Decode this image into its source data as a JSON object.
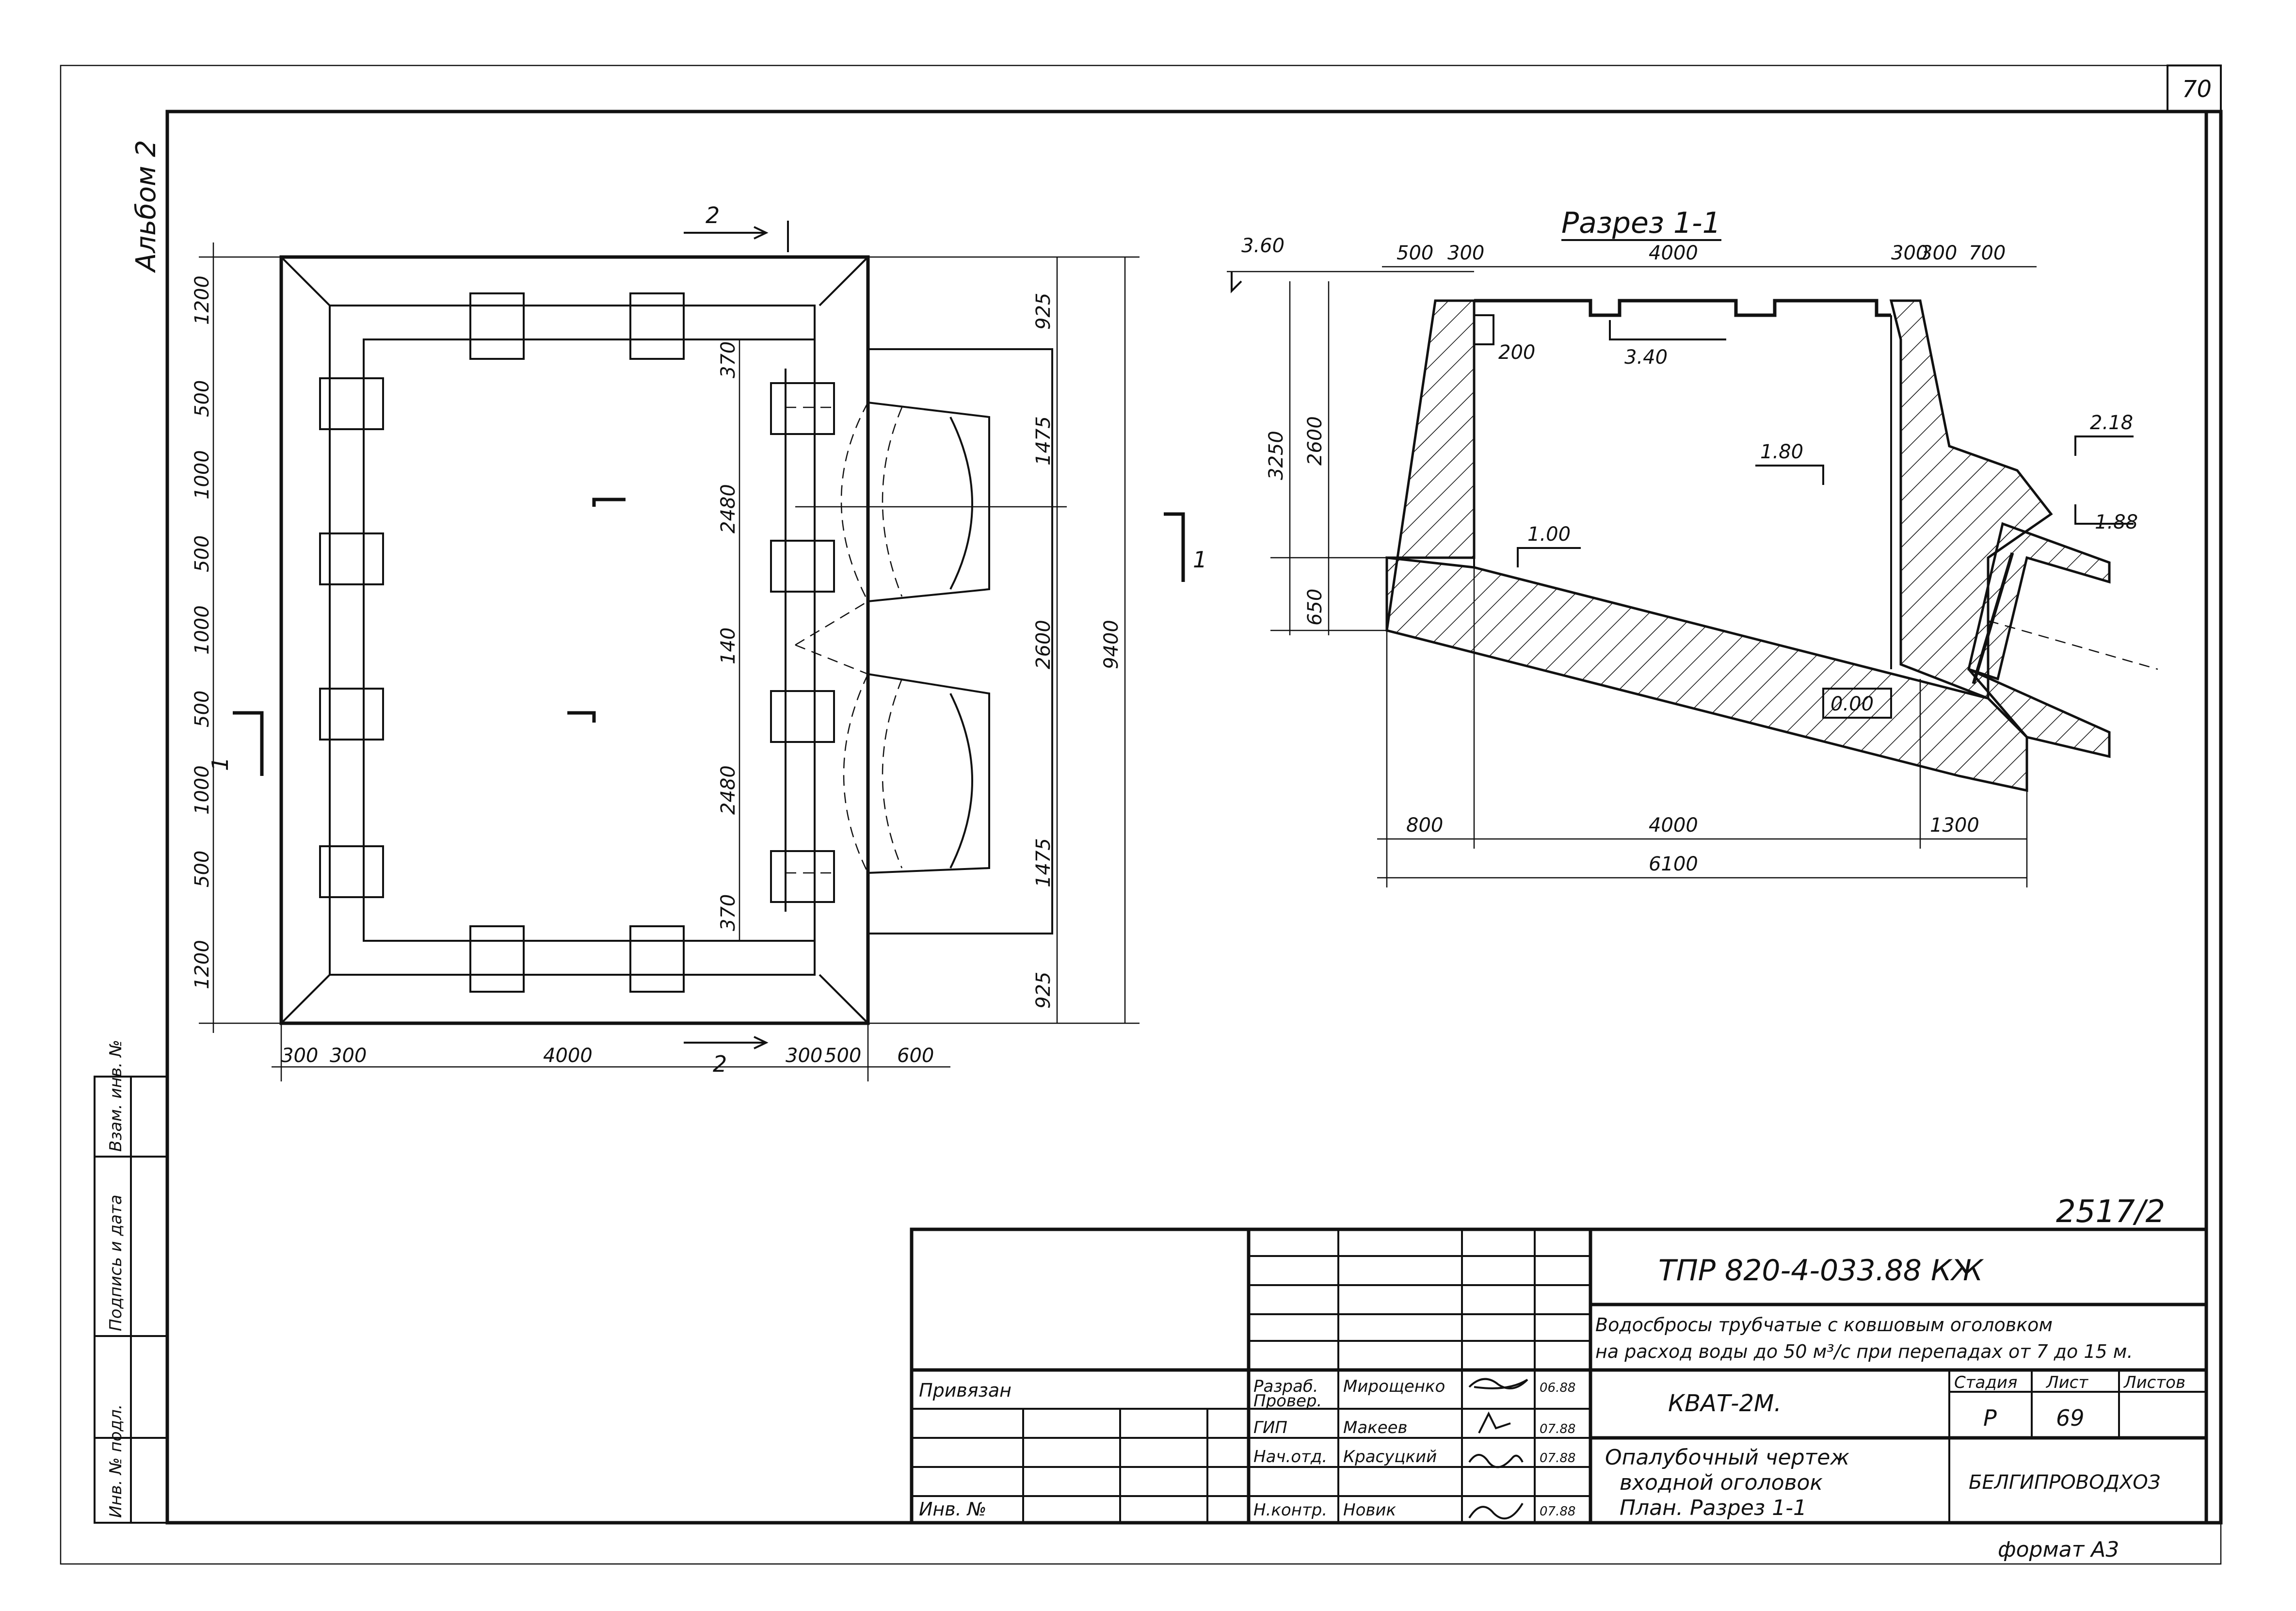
{
  "sheet": {
    "sheet_number": "70",
    "album_label": "Альбом 2",
    "format_label": "формат А3",
    "doc_number_top": "2517/2"
  },
  "left_strip": {
    "inv_no": "Инв. № подл.",
    "sign_date": "Подпись и дата",
    "vzam_inv": "Взам. инв. №"
  },
  "plan": {
    "section_mark_1": "1",
    "section_mark_2": "2",
    "dims_left": [
      "1200",
      "500",
      "1000",
      "500",
      "1000",
      "500",
      "1000",
      "500",
      "1200"
    ],
    "dims_right_inner": [
      "370",
      "2480",
      "140",
      "2480",
      "370"
    ],
    "dims_right_outer": [
      "925",
      "1475",
      "2600",
      "1475",
      "925"
    ],
    "dim_total": "9400",
    "dims_bottom": [
      "300",
      "300",
      "4000",
      "300",
      "500",
      "600"
    ]
  },
  "section": {
    "title": "Разрез 1-1",
    "dims_top": [
      "500",
      "300",
      "4000",
      "300",
      "300",
      "700"
    ],
    "dims_left": [
      "3250",
      "2600",
      "650"
    ],
    "dims_bottom": [
      "800",
      "4000",
      "1300",
      "6100"
    ],
    "levels": [
      "3.60",
      "3.40",
      "1.80",
      "1.00",
      "0.00",
      "2.18",
      "1.88"
    ],
    "dim_200": "200"
  },
  "title_block": {
    "code": "ТПР 820-4-033.88  КЖ",
    "description_1": "Водосбросы трубчатые с ковшовым оголовком",
    "description_2": "на расход воды до 50 м³/с при перепадах от 7 до 15 м.",
    "object": "КВАТ-2М.",
    "stage_label": "Стадия",
    "sheet_label": "Лист",
    "sheets_label": "Листов",
    "stage_value": "Р",
    "sheet_value": "69",
    "drawing_title_1": "Опалубочный чертеж",
    "drawing_title_2": "входной оголовок",
    "drawing_title_3": "План. Разрез 1-1",
    "organization": "БЕЛГИПРОВОДХОЗ",
    "privyazan": "Привязан",
    "inv_no": "Инв. №",
    "roles": [
      {
        "role": "Разраб.",
        "name": "Мирощенко",
        "date": "06.88"
      },
      {
        "role": "Провер.",
        "name": "",
        "date": ""
      },
      {
        "role": "ГИП",
        "name": "Макеев",
        "date": "07.88"
      },
      {
        "role": "Нач.отд.",
        "name": "Красуцкий",
        "date": "07.88"
      },
      {
        "role": "Н.контр.",
        "name": "Новик",
        "date": "07.88"
      }
    ]
  }
}
